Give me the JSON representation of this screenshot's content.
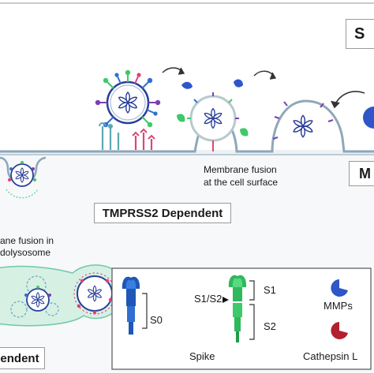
{
  "labels": {
    "corner_box_top": "S",
    "corner_box_mid": "M",
    "surface_fusion_line1": "Membrane fusion",
    "surface_fusion_line2": "at the cell surface",
    "tmprss2_label": "TMPRSS2 Dependent",
    "endo_fusion_line1": "ane fusion in",
    "endo_fusion_line2": "dolysosome",
    "bottom_left_label": "endent"
  },
  "legend": {
    "s0": "S0",
    "s1s2": "S1/S2",
    "s1": "S1",
    "s2": "S2",
    "spike": "Spike",
    "mmps": "MMPs",
    "cathepsin": "Cathepsin L"
  },
  "colors": {
    "virus_blue": "#2a3f99",
    "spike_green": "#3ec96a",
    "spike_blue": "#2f6fd0",
    "spike_purple": "#7b3fb0",
    "membrane": "#8fa7b8",
    "cell_fill": "#eef1f3",
    "endosome_fill": "#d6f0e4",
    "lysosome_pink": "#e0407a",
    "mmp_blue": "#2f56c8",
    "cathepsin_red": "#b21f2e",
    "receptor_pink": "#d9477b",
    "receptor_teal": "#5aa8b3"
  },
  "icons": [
    "virion-icon",
    "arrow-icon",
    "receptor-icon",
    "spike-icon",
    "mmp-icon",
    "cathepsin-icon"
  ]
}
